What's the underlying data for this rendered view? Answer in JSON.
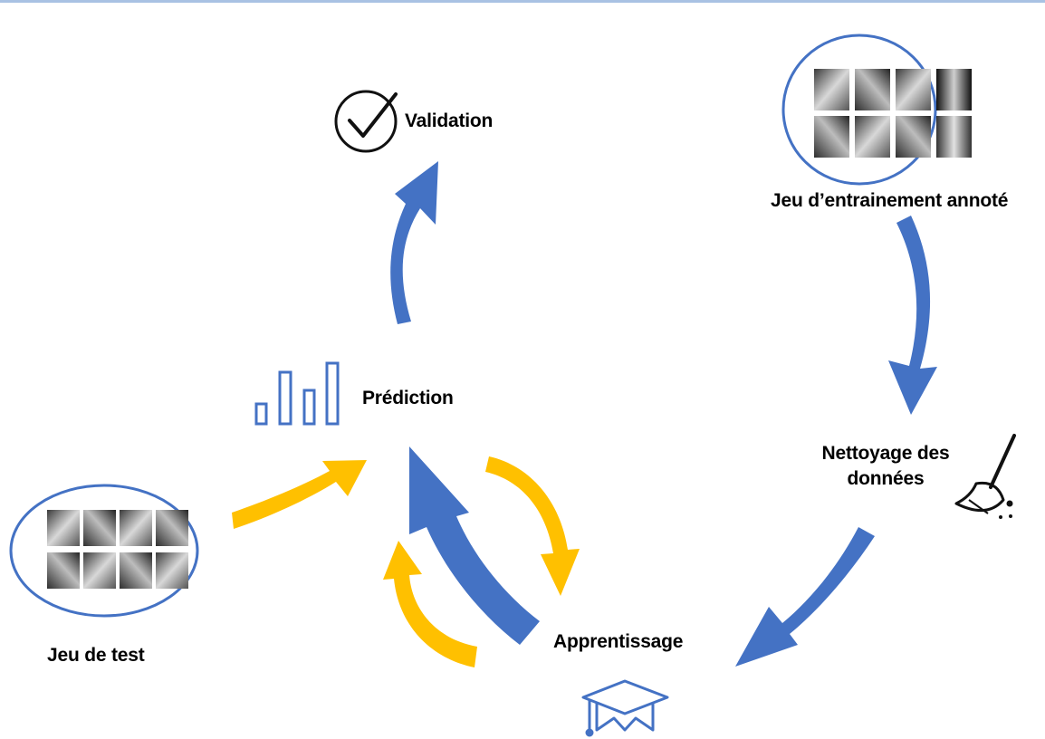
{
  "labels": {
    "validation": "Validation",
    "training_set": "Jeu d’entrainement annoté",
    "prediction": "Prédiction",
    "cleaning_line1": "Nettoyage des",
    "cleaning_line2": "données",
    "test_set": "Jeu de test",
    "learning": "Apprentissage"
  },
  "icons": [
    "check-circle-icon",
    "bar-chart-icon",
    "broom-icon",
    "graduation-cap-icon",
    "xray-thumbnails"
  ],
  "colors": {
    "blue": "#4472c4",
    "gold": "#ffc000",
    "thumb_bg": "#9a9a9a"
  }
}
